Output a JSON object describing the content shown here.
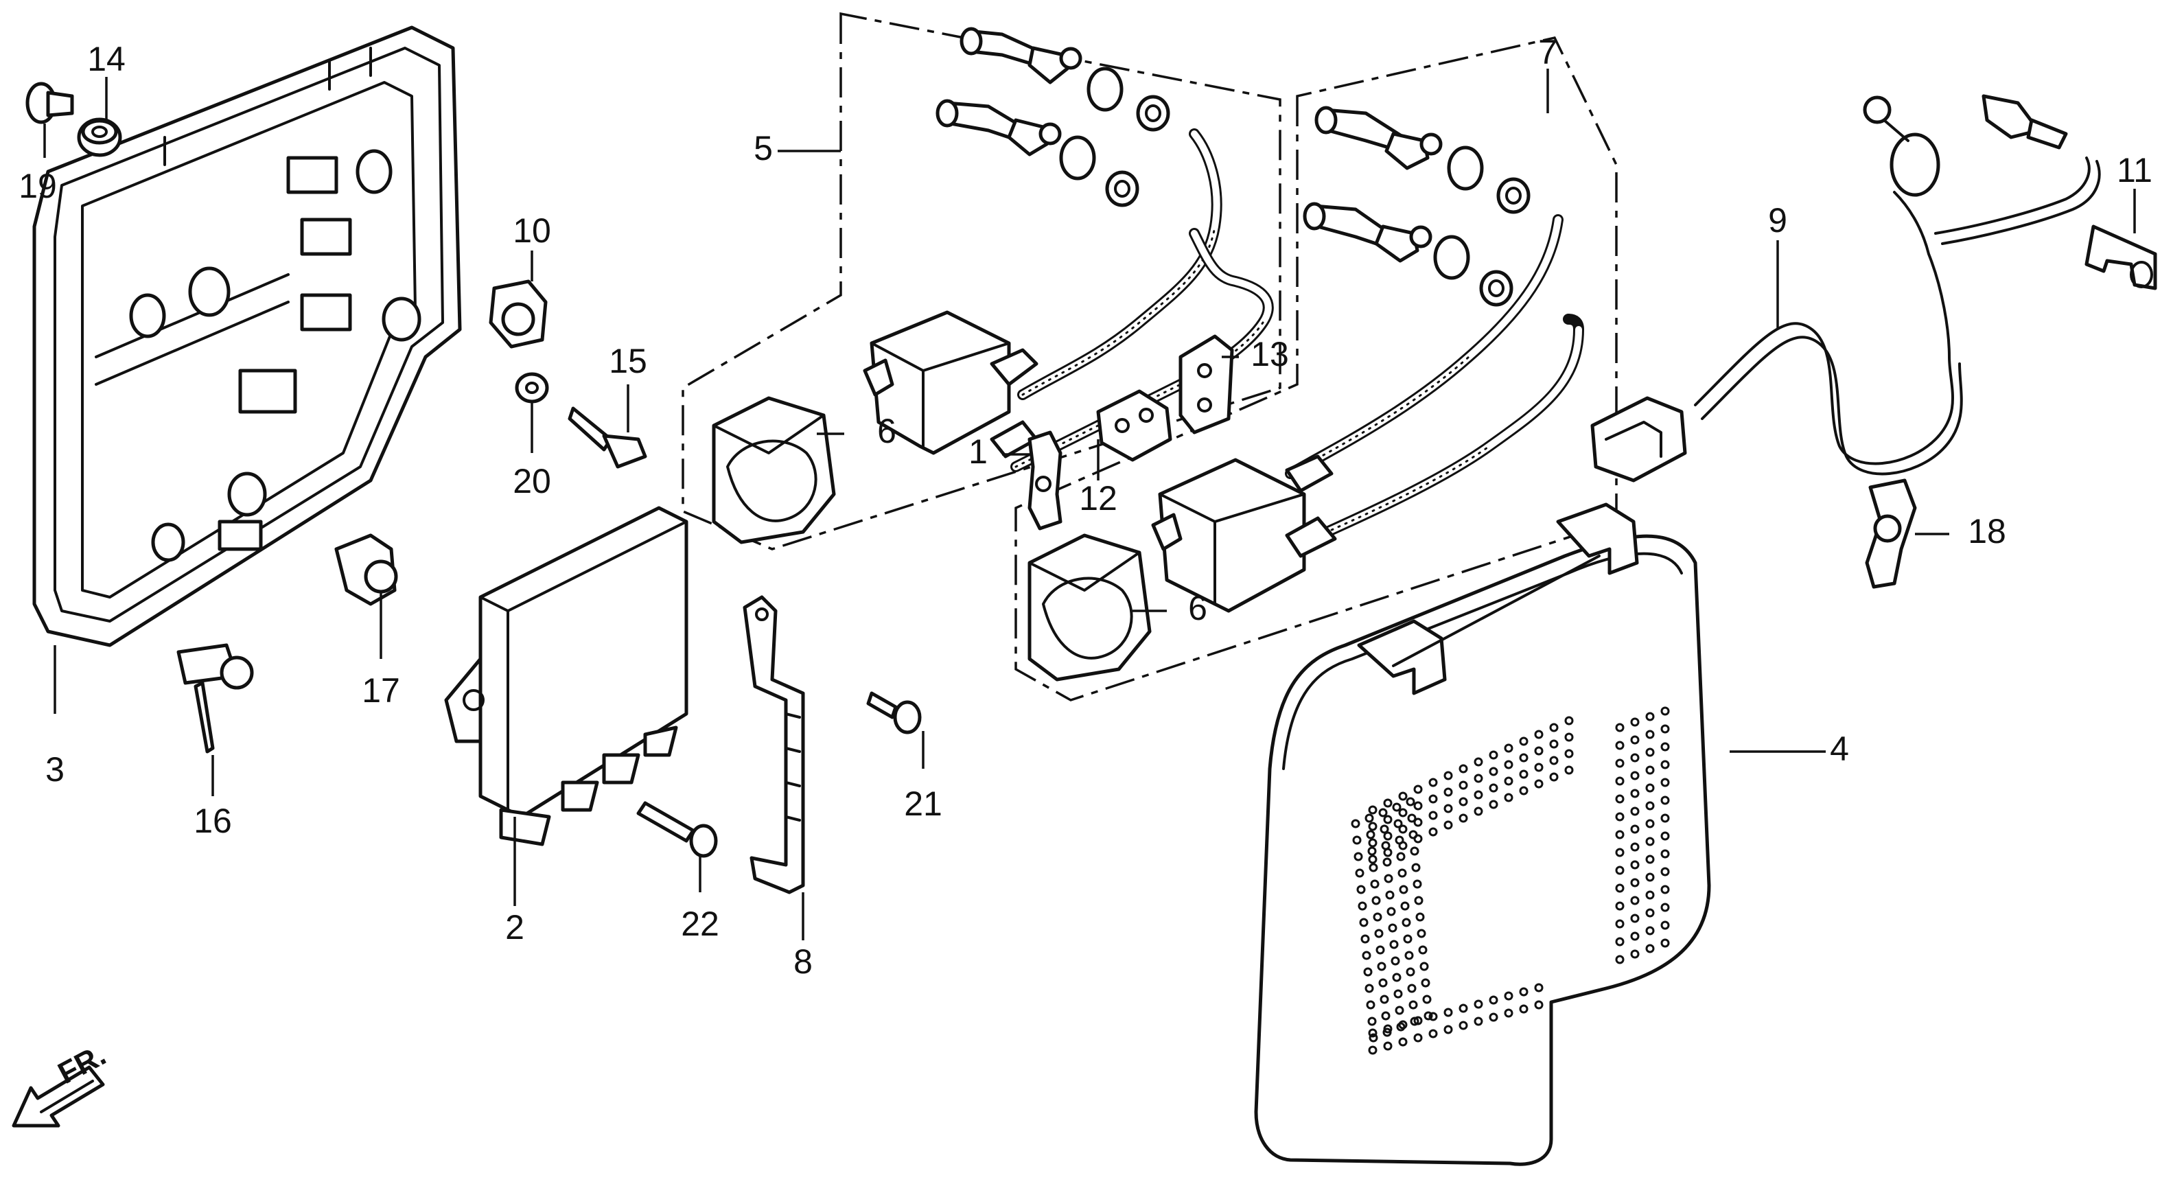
{
  "diagram": {
    "callouts": {
      "c1": "1",
      "c2": "2",
      "c3": "3",
      "c4": "4",
      "c5": "5",
      "c6a": "6",
      "c6b": "6",
      "c7": "7",
      "c8": "8",
      "c9": "9",
      "c10": "10",
      "c11": "11",
      "c12": "12",
      "c13": "13",
      "c14": "14",
      "c15": "15",
      "c16": "16",
      "c17": "17",
      "c18": "18",
      "c19": "19",
      "c20": "20",
      "c21": "21",
      "c22": "22"
    },
    "direction_label": "FR."
  }
}
